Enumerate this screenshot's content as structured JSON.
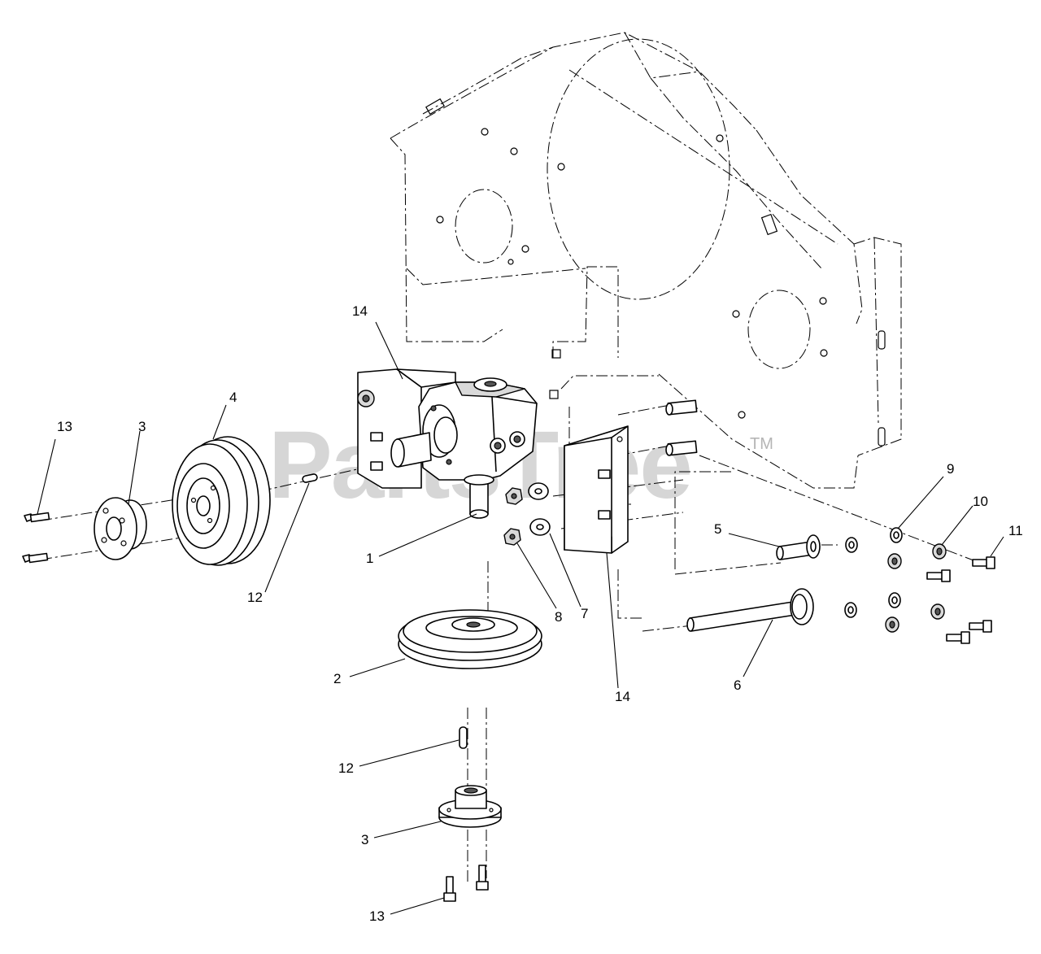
{
  "diagram": {
    "watermark": {
      "text": "PartsTree",
      "trademark": "TM"
    },
    "callouts": [
      {
        "id": "c14a",
        "label": "14"
      },
      {
        "id": "c4",
        "label": "4"
      },
      {
        "id": "c13a",
        "label": "13"
      },
      {
        "id": "c3a",
        "label": "3"
      },
      {
        "id": "c12a",
        "label": "12"
      },
      {
        "id": "c1",
        "label": "1"
      },
      {
        "id": "c8",
        "label": "8"
      },
      {
        "id": "c7",
        "label": "7"
      },
      {
        "id": "c14b",
        "label": "14"
      },
      {
        "id": "c9",
        "label": "9"
      },
      {
        "id": "c10",
        "label": "10"
      },
      {
        "id": "c11",
        "label": "11"
      },
      {
        "id": "c5",
        "label": "5"
      },
      {
        "id": "c6",
        "label": "6"
      },
      {
        "id": "c2",
        "label": "2"
      },
      {
        "id": "c12b",
        "label": "12"
      },
      {
        "id": "c3b",
        "label": "3"
      },
      {
        "id": "c13b",
        "label": "13"
      }
    ]
  }
}
